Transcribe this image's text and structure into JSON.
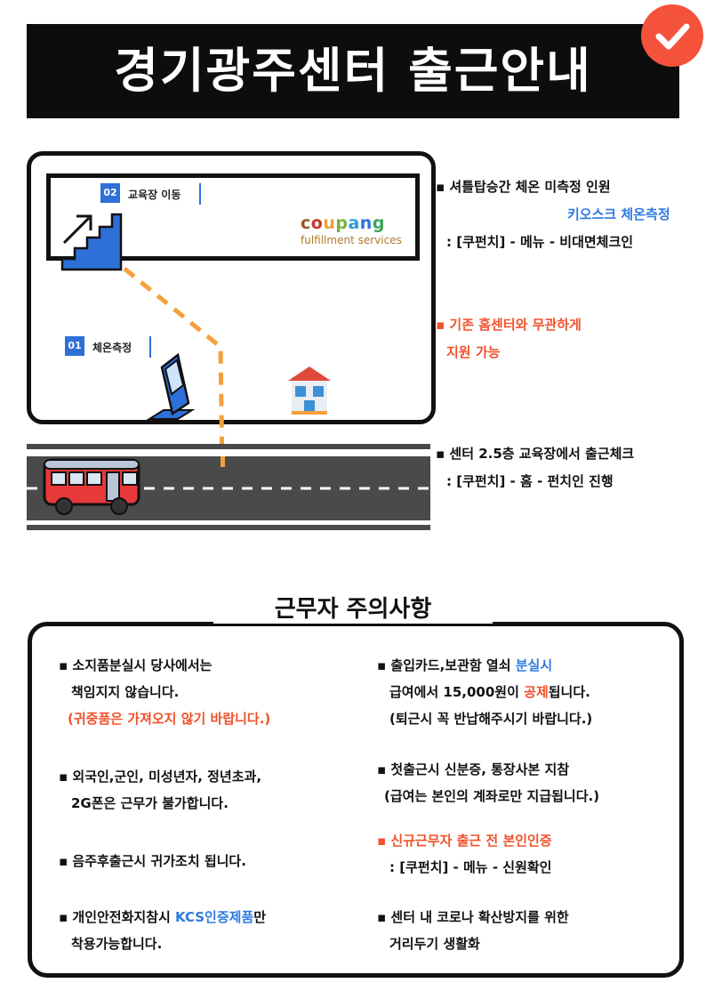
{
  "title": "경기광주센터 출근안내",
  "map": {
    "step2": {
      "num": "02",
      "label": "교육장 이동"
    },
    "step1": {
      "num": "01",
      "label": "체온측정"
    },
    "logo": {
      "word": "coupang",
      "sub": "fulfillment services"
    }
  },
  "directions": {
    "shuttle": {
      "line1": "셔틀탑승간 체온 미측정 인원",
      "line2": "키오스크 체온측정",
      "line3": ": [쿠펀치] - 메뉴 - 비대면체크인"
    },
    "support": {
      "line1": "기존 홈센터와 무관하게",
      "line2": "지원 가능"
    },
    "checkin": {
      "line1": "센터 2.5층 교육장에서 출근체크",
      "line2": ": [쿠펀치] - 홈 - 펀치인 진행"
    }
  },
  "precautions": {
    "title": "근무자 주의사항",
    "left": {
      "item1": {
        "line1": "소지품분실시 당사에서는",
        "line2": "책임지지 않습니다.",
        "line3": "(귀중품은 가져오지 않기 바랍니다.)"
      },
      "item2": {
        "line1": "외국인,군인, 미성년자, 정년초과,",
        "line2": "2G폰은 근무가 불가합니다."
      },
      "item3": {
        "line1": "음주후출근시 귀가조치 됩니다."
      },
      "item4": {
        "line1a": "개인안전화지참시 ",
        "line1b": "KCS인증제품",
        "line1c": "만",
        "line2": "착용가능합니다."
      }
    },
    "right": {
      "item1": {
        "line1a": "출입카드,보관함 열쇠 ",
        "line1b": "분실시",
        "line2a": "급여에서 15,000원이 ",
        "line2b": "공제",
        "line2c": "됩니다.",
        "line3": "(퇴근시 꼭 반납해주시기 바랍니다.)"
      },
      "item2": {
        "line1": "첫출근시 신분증, 통장사본 지참",
        "line2": "(급여는 본인의 계좌로만 지급됩니다.)"
      },
      "item3": {
        "line1": "신규근무자 출근 전 본인인증",
        "line2": ": [쿠펀치] - 메뉴 - 신원확인"
      },
      "item4": {
        "line1": "센터 내 코로나 확산방지를 위한",
        "line2": "거리두기 생활화"
      }
    }
  },
  "colors": {
    "accent_red": "#f0522c",
    "accent_blue": "#2e7be0",
    "badge": "#f4523b",
    "bus": "#e8393a",
    "road": "#4a4a4a",
    "path": "#f5a03a"
  }
}
